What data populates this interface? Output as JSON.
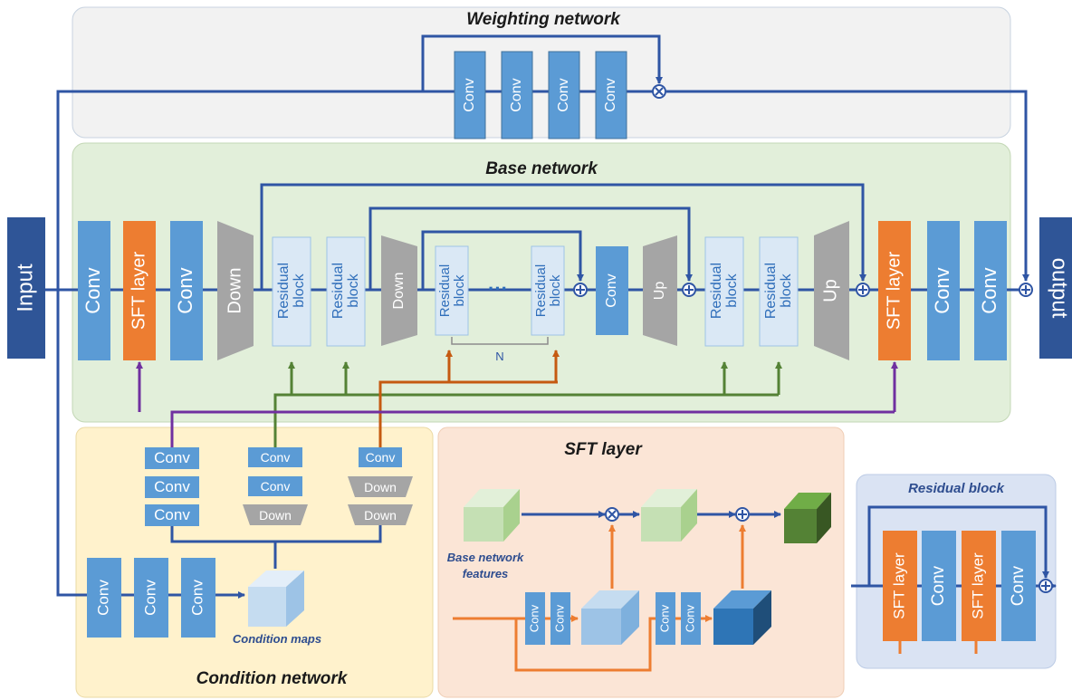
{
  "titles": {
    "weighting": "Weighting network",
    "base": "Base network",
    "condition": "Condition network",
    "sft": "SFT layer",
    "residual": "Residual block"
  },
  "labels": {
    "input": "Input",
    "output": "output",
    "conv": "Conv",
    "sft_layer": "SFT layer",
    "down": "Down",
    "up": "Up",
    "residual_block": "Residual block",
    "ellipsis": "···",
    "n": "N",
    "condition_maps": "Condition maps",
    "base_features": "Base network features"
  },
  "colors": {
    "conv": "#5b9bd5",
    "sft": "#ed7d31",
    "gray": "#a5a5a5",
    "residual": "#dae8f5",
    "dark": "#2f5597",
    "blue_line": "#2f55a4",
    "green_line": "#548235",
    "orange_line": "#c55a11",
    "purple_line": "#7030a0",
    "weight_bg": "#f2f2f2",
    "base_bg": "#e2efda",
    "cond_bg": "#fff2cc",
    "sft_bg": "#fbe5d6",
    "res_bg": "#dae3f3"
  }
}
